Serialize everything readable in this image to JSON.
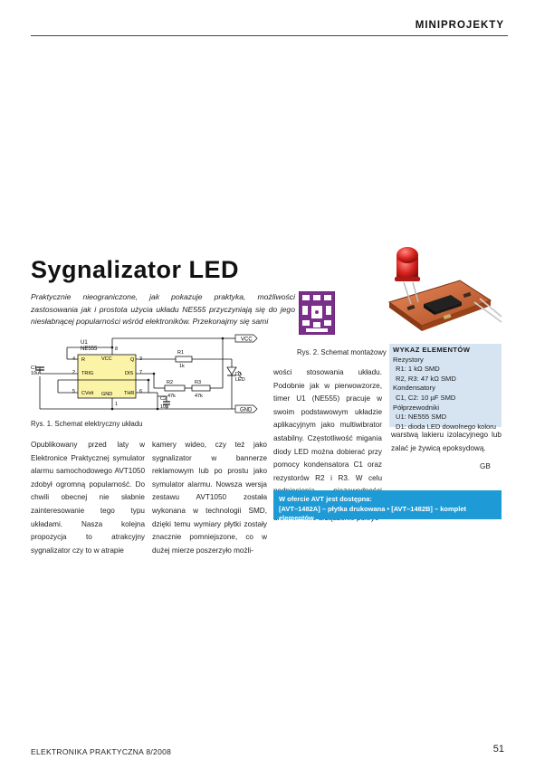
{
  "header": {
    "section_label": "MINIPROJEKTY"
  },
  "article": {
    "title": "Sygnalizator LED",
    "lead": "Praktycznie nieograniczone, jak pokazuje praktyka, możliwości zastosowania jak i prostota użycia układu NE555 przyczyniają się do jego niesłabnącej popularności wśród elektroników. Przekonajmy się sami",
    "col1": "Opublikowany przed laty w Elektronice Praktycznej symulator alarmu samochodowego AVT1050 zdobył ogromną popularność. Do chwili obecnej nie słabnie zainteresowanie tego typu układami. Nasza kolejna propozycja to atrakcyjny sygnalizator czy to w atrapie",
    "col2": "kamery wideo, czy też jako sygnalizator w bannerze reklamowym lub po prostu jako symulator alarmu. Nowsza wersja zestawu AVT1050 została wykonana w technologii SMD, dzięki temu wymiary płytki zostały znacznie pomniejszone, co w dużej mierze poszerzyło możli-",
    "col3": "wości stosowania układu. Podobnie jak w pierwowzorze, timer U1 (NE555) pracuje w swoim podstawowym układzie aplikacyjnym jako multiwibrator astabilny. Częstotliwość migania diody LED można dobierać przy pomocy kondensatora C1 oraz rezystorów R2 i R3. W celu podniesienia niezawodności działania, warto zmontowane i uruchomione urządzenie pokryć",
    "col4": "warstwą lakieru izolacyjnego lub zalać je żywicą epoksydową.",
    "signature": "GB"
  },
  "figures": {
    "fig1_caption": "Rys. 1. Schemat elektryczny układu",
    "fig2_caption": "Rys. 2. Schemat montażowy"
  },
  "schematic": {
    "vcc": "VCC",
    "gnd": "GND",
    "u1": "U1",
    "ne555": "NE555",
    "r1": "R1",
    "r1_val": "1k",
    "r2": "R2",
    "r2_val": "47k",
    "r3": "R3",
    "r3_val": "47k",
    "c1": "C1",
    "c1_val": "10u",
    "c2": "C2",
    "c2_val": "10u",
    "d1": "D1",
    "d1_type": "LED",
    "pin_r": "R",
    "pin_vcc": "VCC",
    "pin_q": "Q",
    "pin_trig": "TRIG",
    "pin_dis": "DIS",
    "pin_cvolt": "CVolt",
    "pin_gnd": "GND",
    "pin_thr": "THR",
    "n4": "4",
    "n8": "8",
    "n3": "3",
    "n2": "2",
    "n7": "7",
    "n5": "5",
    "n1": "1",
    "n6": "6"
  },
  "parts_list": {
    "title": "WYKAZ ELEMENTÓW",
    "resistors": "Rezystory",
    "r1": "R1: 1 kΩ SMD",
    "r2r3": "R2, R3: 47 kΩ SMD",
    "capacitors": "Kondensatory",
    "c1c2": "C1, C2: 10 µF SMD",
    "semiconductors": "Półprzewodniki",
    "u1": "U1: NE555 SMD",
    "d1": "D1: dioda LED dowolnego koloru"
  },
  "offer": {
    "line1": "W ofercie AVT jest dostępna:",
    "line2": "[AVT–1482A] – płytka drukowana • [AVT–1482B] – komplet elementów"
  },
  "footer": {
    "magazine": "ELEKTRONIKA PRAKTYCZNA 8/2008",
    "page": "51"
  },
  "colors": {
    "offer_bg": "#1e9ad6",
    "parts_bg": "#d6e4f2",
    "pcb_purple": "#7a2f8a",
    "led_red": "#d8221e"
  }
}
